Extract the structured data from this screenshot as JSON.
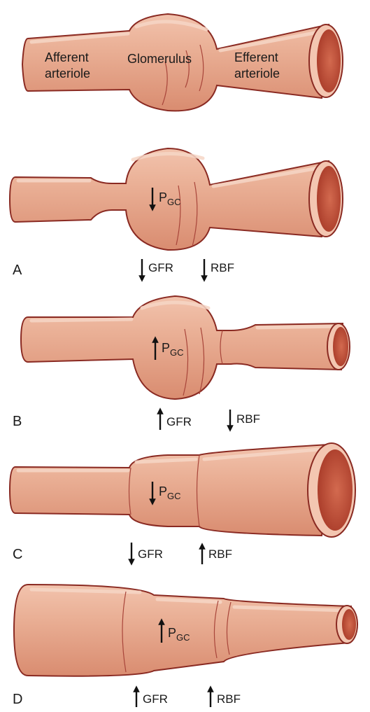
{
  "labels": {
    "afferent_line1": "Afferent",
    "afferent_line2": "arteriole",
    "glomerulus": "Glomerulus",
    "efferent_line1": "Efferent",
    "efferent_line2": "arteriole"
  },
  "pressure": {
    "main": "P",
    "subscript": "GC"
  },
  "panels": [
    {
      "letter": "A",
      "pgc": "down",
      "gfr": {
        "text": "GFR",
        "dir": "down"
      },
      "rbf": {
        "text": "RBF",
        "dir": "down"
      }
    },
    {
      "letter": "B",
      "pgc": "up",
      "gfr": {
        "text": "GFR",
        "dir": "up"
      },
      "rbf": {
        "text": "RBF",
        "dir": "down"
      }
    },
    {
      "letter": "C",
      "pgc": "down",
      "gfr": {
        "text": "GFR",
        "dir": "down"
      },
      "rbf": {
        "text": "RBF",
        "dir": "up"
      }
    },
    {
      "letter": "D",
      "pgc": "up",
      "gfr": {
        "text": "GFR",
        "dir": "up"
      },
      "rbf": {
        "text": "RBF",
        "dir": "up"
      }
    }
  ],
  "colors": {
    "vessel": "#e9a98f",
    "outline": "#8a2a22",
    "lumen": "#c8553d"
  }
}
